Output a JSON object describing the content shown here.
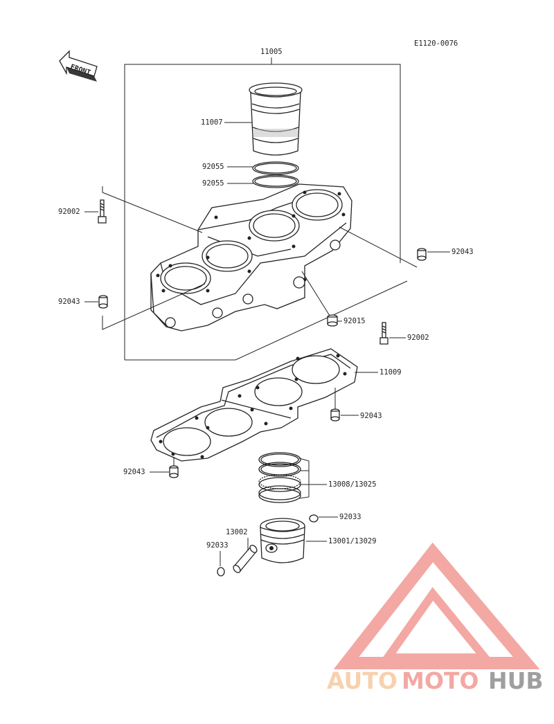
{
  "diagram": {
    "ref_code": "E1120-0076",
    "front_label": "FRONT",
    "parts": {
      "block": "11005",
      "liner": "11007",
      "oring_upper": "92055",
      "oring_lower": "92055",
      "stud_left": "92002",
      "dowel_right": "92043",
      "dowel_left": "92043",
      "plug": "92015",
      "stud_right": "92002",
      "gasket": "11009",
      "gasket_dowel_right": "92043",
      "gasket_dowel_left": "92043",
      "rings": "13008/13025",
      "clip_right": "92033",
      "pin": "13002",
      "clip_left": "92033",
      "piston": "13001/13029"
    }
  },
  "watermark": {
    "text_part1": "AUTO",
    "text_part2": "MOTO",
    "text_part3": "HUB",
    "color_1": "#f6c9a0",
    "color_2": "#f19a94",
    "color_3": "#8f8f8f",
    "logo_color": "#f19a94"
  }
}
